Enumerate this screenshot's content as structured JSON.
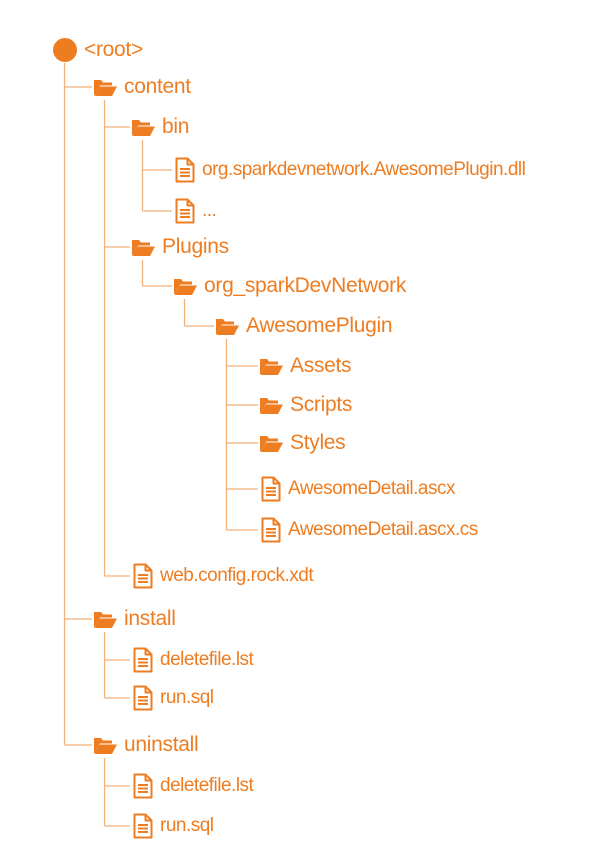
{
  "colors": {
    "accent": "#ee7d22",
    "line": "#f2b07a"
  },
  "tree": [
    {
      "id": "root",
      "type": "root",
      "icon": "dot-icon",
      "label": "<root>",
      "depth": 0
    },
    {
      "id": "content",
      "type": "folder",
      "icon": "folder-open-icon",
      "label": "content",
      "depth": 1,
      "parent": "root"
    },
    {
      "id": "bin",
      "type": "folder",
      "icon": "folder-open-icon",
      "label": "bin",
      "depth": 2,
      "parent": "content"
    },
    {
      "id": "dll",
      "type": "file",
      "icon": "file-icon",
      "label": "org.sparkdevnetwork.AwesomePlugin.dll",
      "depth": 3,
      "parent": "bin"
    },
    {
      "id": "ellipsis",
      "type": "file",
      "icon": "file-icon",
      "label": "...",
      "depth": 3,
      "parent": "bin"
    },
    {
      "id": "plugins",
      "type": "folder",
      "icon": "folder-open-icon",
      "label": "Plugins",
      "depth": 2,
      "parent": "content"
    },
    {
      "id": "orgspark",
      "type": "folder",
      "icon": "folder-open-icon",
      "label": "org_sparkDevNetwork",
      "depth": 3,
      "parent": "plugins"
    },
    {
      "id": "awesome",
      "type": "folder",
      "icon": "folder-open-icon",
      "label": "AwesomePlugin",
      "depth": 4,
      "parent": "orgspark"
    },
    {
      "id": "assets",
      "type": "folder",
      "icon": "folder-open-icon",
      "label": "Assets",
      "depth": 5,
      "parent": "awesome"
    },
    {
      "id": "scripts",
      "type": "folder",
      "icon": "folder-open-icon",
      "label": "Scripts",
      "depth": 5,
      "parent": "awesome"
    },
    {
      "id": "styles",
      "type": "folder",
      "icon": "folder-open-icon",
      "label": "Styles",
      "depth": 5,
      "parent": "awesome"
    },
    {
      "id": "ascx",
      "type": "file",
      "icon": "file-icon",
      "label": "AwesomeDetail.ascx",
      "depth": 5,
      "parent": "awesome"
    },
    {
      "id": "ascxcs",
      "type": "file",
      "icon": "file-icon",
      "label": "AwesomeDetail.ascx.cs",
      "depth": 5,
      "parent": "awesome"
    },
    {
      "id": "webconfig",
      "type": "file",
      "icon": "file-icon",
      "label": "web.config.rock.xdt",
      "depth": 2,
      "parent": "content"
    },
    {
      "id": "install",
      "type": "folder",
      "icon": "folder-open-icon",
      "label": "install",
      "depth": 1,
      "parent": "root"
    },
    {
      "id": "inst-del",
      "type": "file",
      "icon": "file-icon",
      "label": "deletefile.lst",
      "depth": 2,
      "parent": "install"
    },
    {
      "id": "inst-run",
      "type": "file",
      "icon": "file-icon",
      "label": "run.sql",
      "depth": 2,
      "parent": "install"
    },
    {
      "id": "uninstall",
      "type": "folder",
      "icon": "folder-open-icon",
      "label": "uninstall",
      "depth": 1,
      "parent": "root"
    },
    {
      "id": "un-del",
      "type": "file",
      "icon": "file-icon",
      "label": "deletefile.lst",
      "depth": 2,
      "parent": "uninstall"
    },
    {
      "id": "un-run",
      "type": "file",
      "icon": "file-icon",
      "label": "run.sql",
      "depth": 2,
      "parent": "uninstall"
    }
  ]
}
